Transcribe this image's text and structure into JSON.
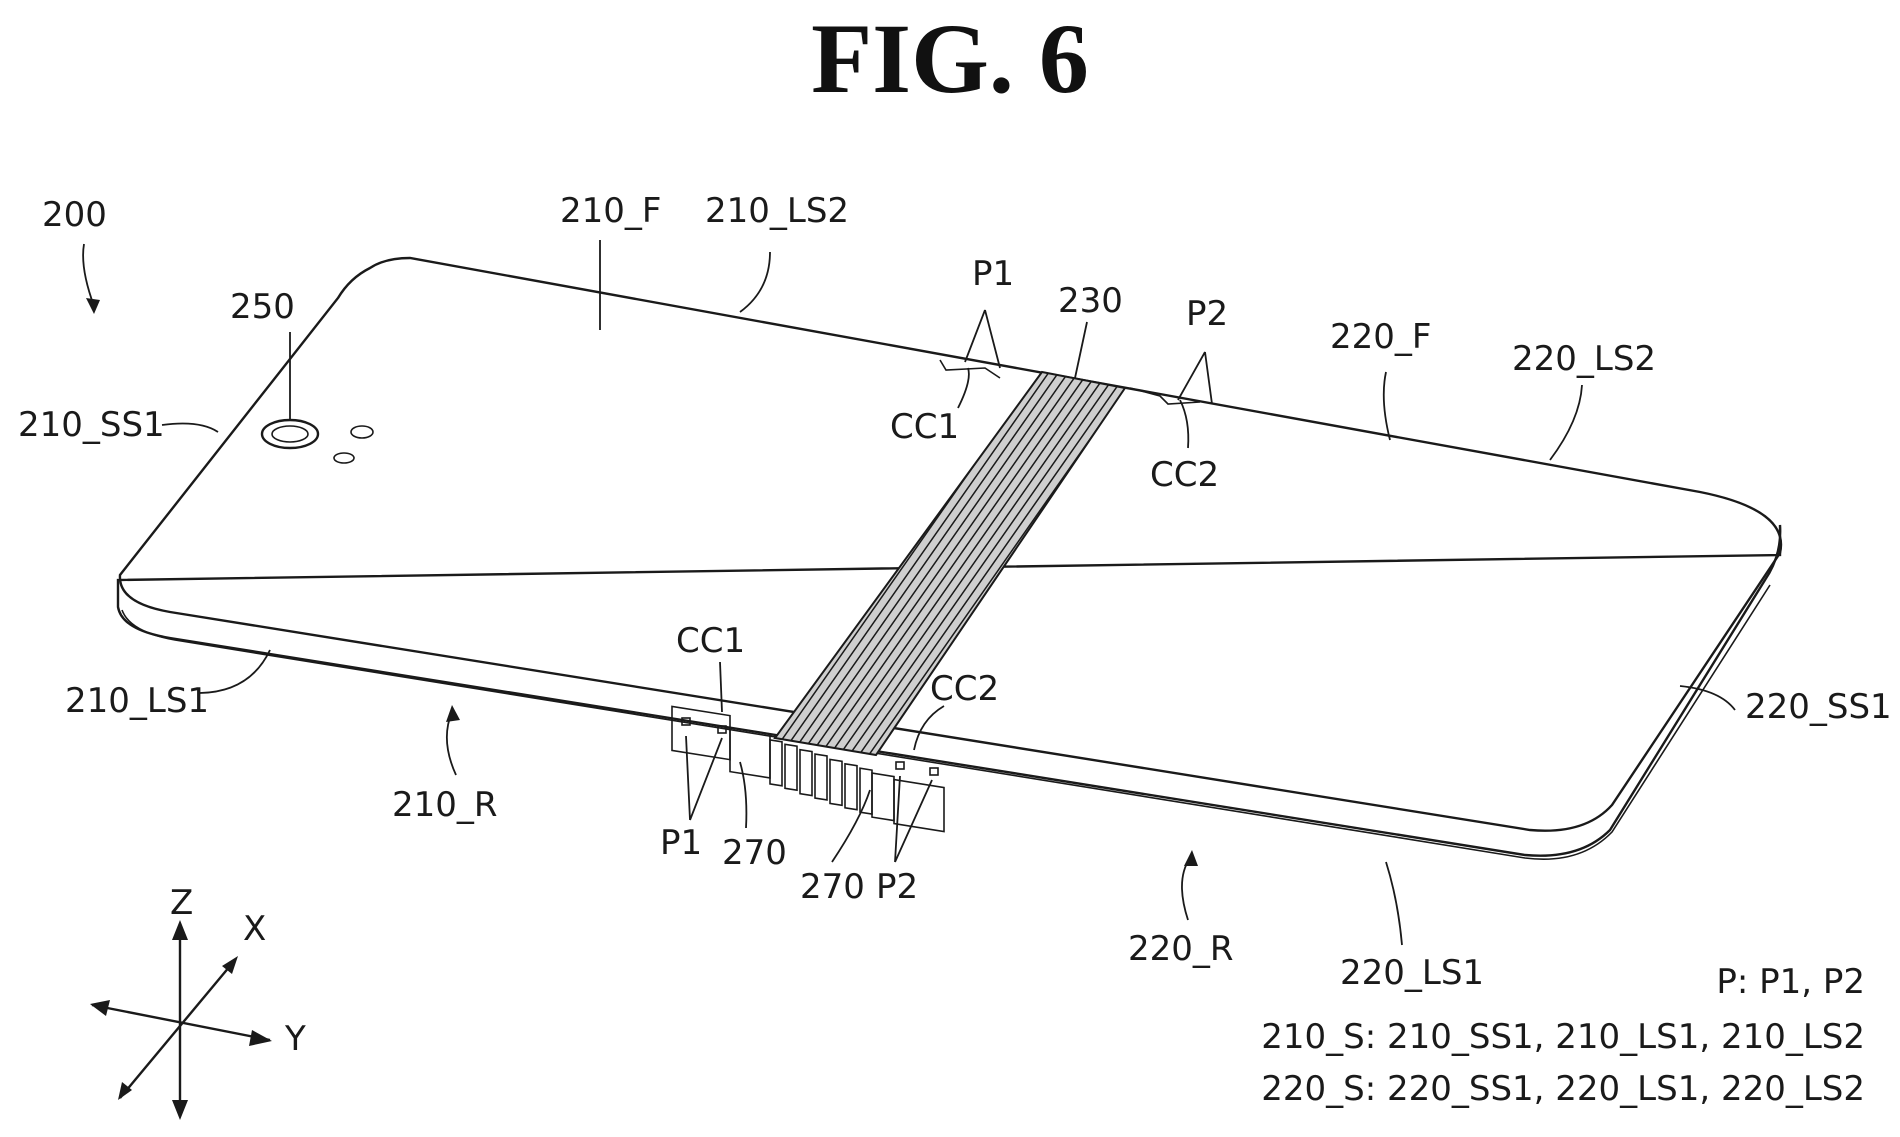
{
  "figure_title": "FIG. 6",
  "labels": {
    "ref_200": "200",
    "ref_210_F": "210_F",
    "ref_210_LS2": "210_LS2",
    "ref_P1_top": "P1",
    "ref_230": "230",
    "ref_P2_top": "P2",
    "ref_220_F": "220_F",
    "ref_220_LS2": "220_LS2",
    "ref_250": "250",
    "ref_210_SS1": "210_SS1",
    "ref_CC1_top": "CC1",
    "ref_CC2_top": "CC2",
    "ref_CC1_bottom": "CC1",
    "ref_CC2_bottom": "CC2",
    "ref_210_LS1": "210_LS1",
    "ref_220_SS1": "220_SS1",
    "ref_210_R": "210_R",
    "ref_P1_bottom": "P1",
    "ref_270_left": "270",
    "ref_270_right": "270",
    "ref_P2_bottom": "P2",
    "ref_220_R": "220_R",
    "ref_220_LS1": "220_LS1"
  },
  "axes": {
    "z": "Z",
    "x": "X",
    "y": "Y"
  },
  "legend": {
    "line1": "P: P1, P2",
    "line2": "210_S: 210_SS1, 210_LS1, 210_LS2",
    "line3": "220_S: 220_SS1, 220_LS1, 220_LS2"
  }
}
